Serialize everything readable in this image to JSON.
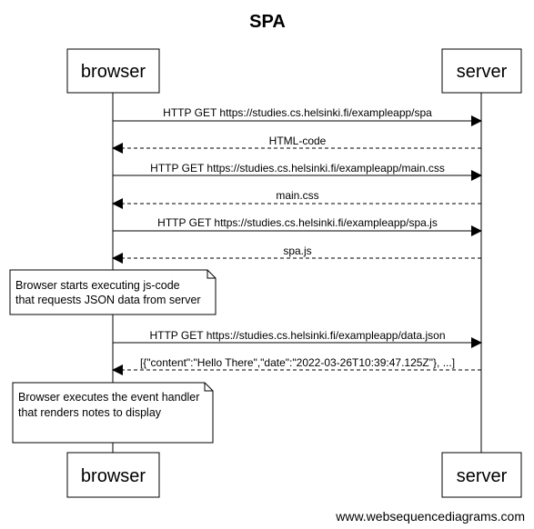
{
  "diagram": {
    "title": "SPA",
    "actors": {
      "browser": "browser",
      "server": "server"
    },
    "messages": [
      {
        "label": "HTTP GET https://studies.cs.helsinki.fi/exampleapp/spa",
        "direction": "request"
      },
      {
        "label": "HTML-code",
        "direction": "response"
      },
      {
        "label": "HTTP GET https://studies.cs.helsinki.fi/exampleapp/main.css",
        "direction": "request"
      },
      {
        "label": "main.css",
        "direction": "response"
      },
      {
        "label": "HTTP GET https://studies.cs.helsinki.fi/exampleapp/spa.js",
        "direction": "request"
      },
      {
        "label": "spa.js",
        "direction": "response"
      },
      {
        "label": "HTTP GET https://studies.cs.helsinki.fi/exampleapp/data.json",
        "direction": "request"
      },
      {
        "label": "[{\"content\":\"Hello There\",\"date\":\"2022-03-26T10:39:47.125Z\"}, ...]",
        "direction": "response"
      }
    ],
    "notes": [
      {
        "line1": "Browser starts executing js-code",
        "line2": "that requests JSON data from server"
      },
      {
        "line1": "Browser executes the event handler",
        "line2": "that renders notes to display"
      }
    ],
    "footer": "www.websequencediagrams.com",
    "colors": {
      "stroke": "#000000",
      "note_fill": "#ffffff"
    }
  }
}
